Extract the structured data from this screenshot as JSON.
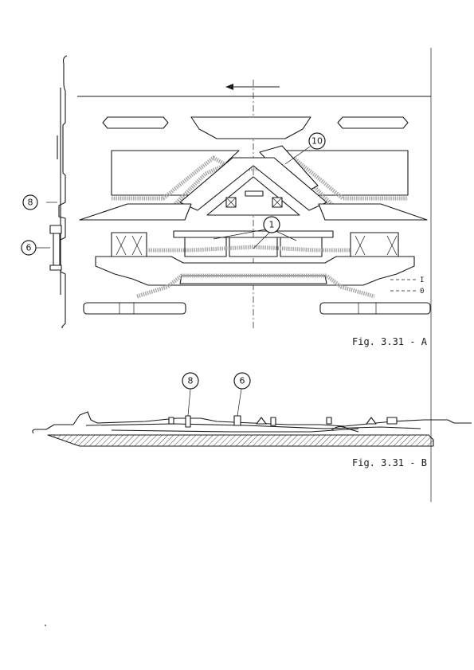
{
  "figures": [
    {
      "caption": "Fig. 3.31 - A"
    },
    {
      "caption": "Fig. 3.31 - B"
    }
  ],
  "callouts": [
    "8",
    "6",
    "10",
    "1"
  ],
  "legend": [
    "I",
    "0"
  ]
}
